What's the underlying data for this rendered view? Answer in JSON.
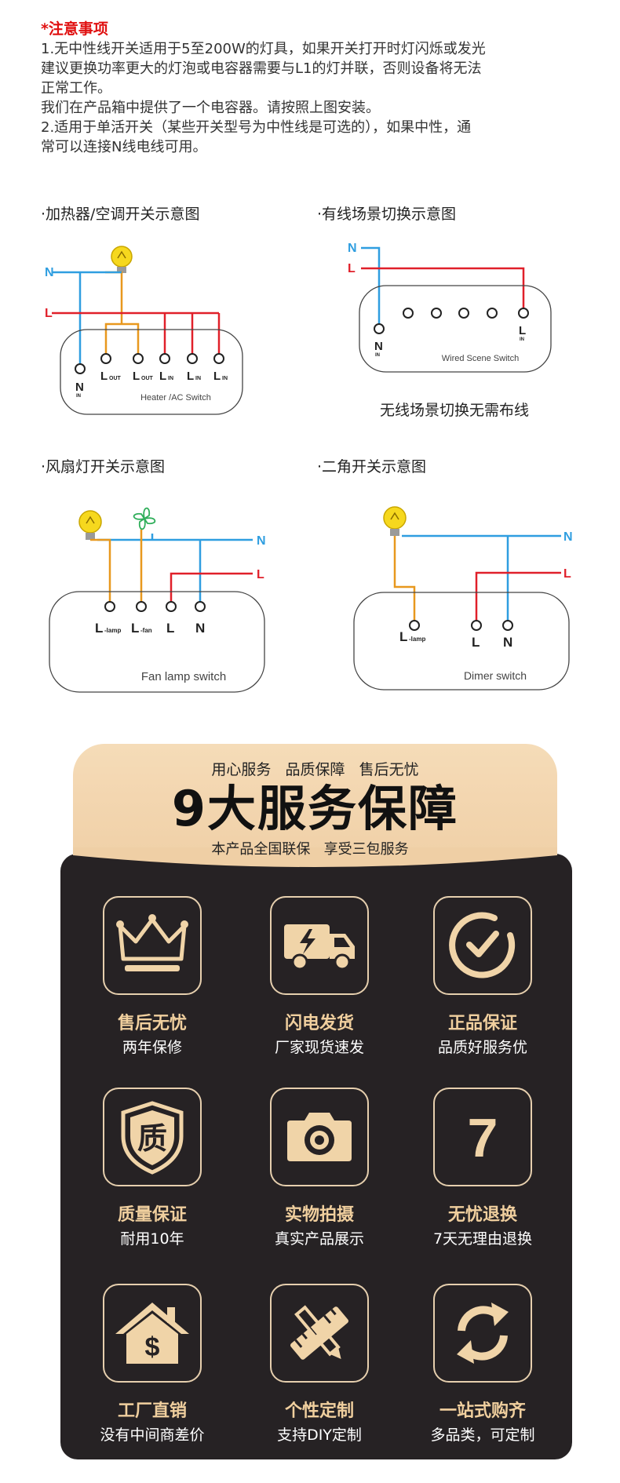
{
  "notice": {
    "title": "*注意事项",
    "lines": [
      "1.无中性线开关适用于5至200W的灯具，如果开关打开时灯闪烁或发光",
      "建议更换功率更大的灯泡或电容器需要与L1的灯并联，否则设备将无法",
      "正常工作。",
      "我们在产品箱中提供了一个电容器。请按照上图安装。",
      "2.适用于单活开关（某些开关型号为中性线是可选的），如果中性，通",
      "常可以连接N线电线可用。"
    ]
  },
  "diagrams": {
    "heater": {
      "title": "·加热器/空调开关示意图",
      "wire_n": "N",
      "wire_l": "L",
      "terminals": [
        "N",
        "L",
        "L",
        "L",
        "L",
        "L"
      ],
      "terminal_subs": [
        "IN",
        "OUT",
        "OUT",
        "IN",
        "IN",
        "IN"
      ],
      "caption": "Heater /AC Switch"
    },
    "wired_scene": {
      "title": "·有线场景切换示意图",
      "wire_n": "N",
      "wire_l": "L",
      "terminals": [
        "N",
        "L"
      ],
      "terminal_subs": [
        "IN",
        "IN"
      ],
      "caption": "Wired Scene Switch",
      "note": "无线场景切换无需布线"
    },
    "fan": {
      "title": "·风扇灯开关示意图",
      "wire_n": "N",
      "wire_l": "L",
      "terminals": [
        "L",
        "L",
        "L",
        "N"
      ],
      "terminal_subs": [
        "-lamp",
        "-fan",
        "",
        ""
      ],
      "caption": "Fan lamp switch"
    },
    "dimmer": {
      "title": "·二角开关示意图",
      "wire_n": "N",
      "wire_l": "L",
      "terminals": [
        "L",
        "L",
        "N"
      ],
      "terminal_subs": [
        "-lamp",
        "",
        ""
      ],
      "caption": "Dimer switch"
    }
  },
  "service": {
    "tagline": "用心服务   品质保障   售后无忧",
    "headline": "9大服务保障",
    "subline": "本产品全国联保   享受三包服务",
    "items": [
      {
        "icon": "crown-icon",
        "title": "售后无忧",
        "desc": "两年保修"
      },
      {
        "icon": "delivery-truck-icon",
        "title": "闪电发货",
        "desc": "厂家现货速发"
      },
      {
        "icon": "check-circle-icon",
        "title": "正品保证",
        "desc": "品质好服务优"
      },
      {
        "icon": "quality-shield-icon",
        "title": "质量保证",
        "desc": "耐用10年",
        "glyph": "质"
      },
      {
        "icon": "camera-icon",
        "title": "实物拍摄",
        "desc": "真实产品展示"
      },
      {
        "icon": "seven-days-icon",
        "title": "无忧退换",
        "desc": "7天无理由退换",
        "glyph": "7"
      },
      {
        "icon": "factory-house-icon",
        "title": "工厂直销",
        "desc": "没有中间商差价",
        "glyph": "$"
      },
      {
        "icon": "ruler-pencil-icon",
        "title": "个性定制",
        "desc": "支持DIY定制"
      },
      {
        "icon": "refresh-arrows-icon",
        "title": "一站式购齐",
        "desc": "多品类，可定制"
      }
    ]
  },
  "colors": {
    "neutral_wire": "#2f9ee0",
    "live_wire": "#e0202a",
    "load_wire": "#e8981e",
    "accent_red": "#e01010",
    "gold": "#f0cf9e",
    "panel": "#262224"
  }
}
